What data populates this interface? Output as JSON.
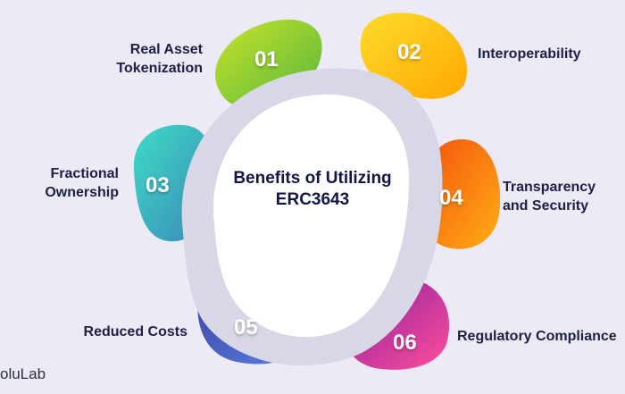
{
  "title": "Benefits of Utilizing ERC3643",
  "title_line1": "Benefits of Utilizing",
  "title_line2": "ERC3643",
  "benefits": [
    {
      "number": "01",
      "label_line1": "Real Asset",
      "label_line2": "Tokenization",
      "color_start": "#c8e42a",
      "color_end": "#56b53c"
    },
    {
      "number": "02",
      "label_line1": "Interoperability",
      "label_line2": "",
      "color_start": "#fedb2c",
      "color_end": "#ffa800"
    },
    {
      "number": "03",
      "label_line1": "Fractional",
      "label_line2": "Ownership",
      "color_start": "#3fdcc6",
      "color_end": "#3a86b8"
    },
    {
      "number": "04",
      "label_line1": "Transparency",
      "label_line2": "and Security",
      "color_start": "#f4520e",
      "color_end": "#ffae14"
    },
    {
      "number": "05",
      "label_line1": "Reduced Costs",
      "label_line2": "",
      "color_start": "#3a3c98",
      "color_end": "#5b82e6"
    },
    {
      "number": "06",
      "label_line1": "Regulatory Compliance",
      "label_line2": "",
      "color_start": "#861c9c",
      "color_end": "#ff4f9c"
    }
  ],
  "logo": "oluLab"
}
